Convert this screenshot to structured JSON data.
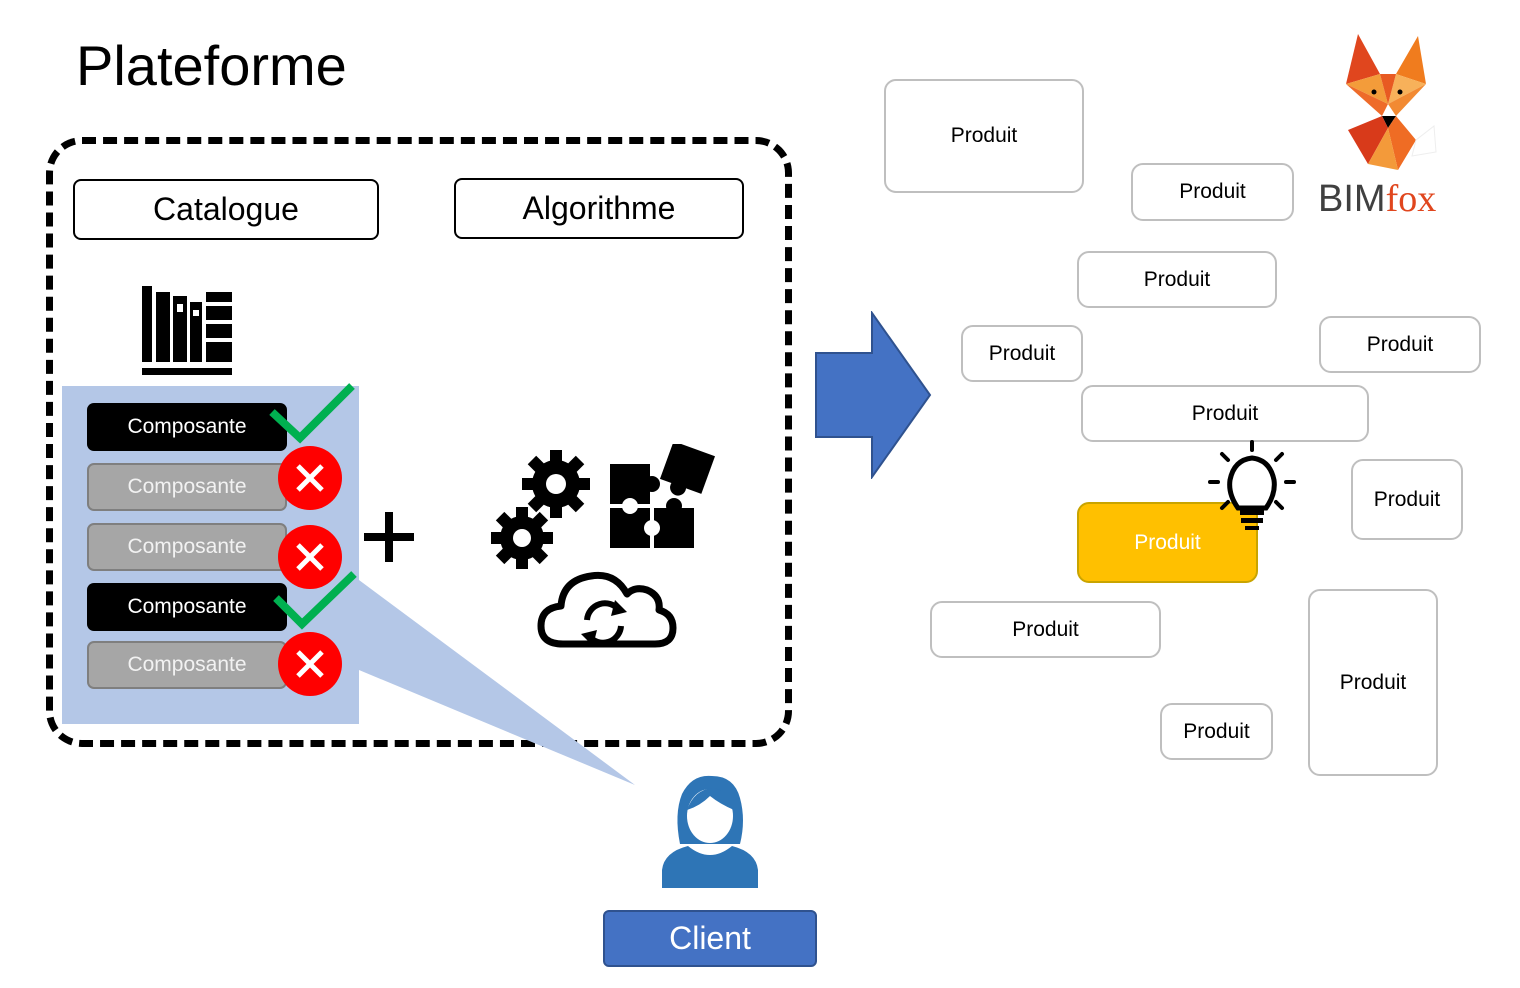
{
  "title": "Plateforme",
  "platform": {
    "catalogue_label": "Catalogue",
    "algorithm_label": "Algorithme",
    "plus_sign": "+",
    "components": [
      {
        "label": "Composante",
        "status": "selected"
      },
      {
        "label": "Composante",
        "status": "rejected"
      },
      {
        "label": "Composante",
        "status": "rejected"
      },
      {
        "label": "Composante",
        "status": "selected"
      },
      {
        "label": "Composante",
        "status": "rejected"
      }
    ]
  },
  "client": {
    "label": "Client"
  },
  "products": [
    {
      "label": "Produit",
      "highlighted": false
    },
    {
      "label": "Produit",
      "highlighted": false
    },
    {
      "label": "Produit",
      "highlighted": false
    },
    {
      "label": "Produit",
      "highlighted": false
    },
    {
      "label": "Produit",
      "highlighted": false
    },
    {
      "label": "Produit",
      "highlighted": false
    },
    {
      "label": "Produit",
      "highlighted": false
    },
    {
      "label": "Produit",
      "highlighted": true
    },
    {
      "label": "Produit",
      "highlighted": false
    },
    {
      "label": "Produit",
      "highlighted": false
    },
    {
      "label": "Produit",
      "highlighted": false
    }
  ],
  "brand": {
    "part1": "BIM",
    "part2": "fox"
  },
  "colors": {
    "accent_blue": "#4472c4",
    "panel_blue": "#b4c7e7",
    "highlight_yellow": "#ffc000",
    "check_green": "#00b050",
    "cross_red": "#ff0000",
    "fox_orange": "#e0461e"
  },
  "icons": [
    "bookshelf-icon",
    "check-icon",
    "cross-icon",
    "plus-icon",
    "gears-icon",
    "puzzle-icon",
    "cloud-sync-icon",
    "arrow-right-icon",
    "lightbulb-icon",
    "user-icon",
    "fox-logo"
  ]
}
